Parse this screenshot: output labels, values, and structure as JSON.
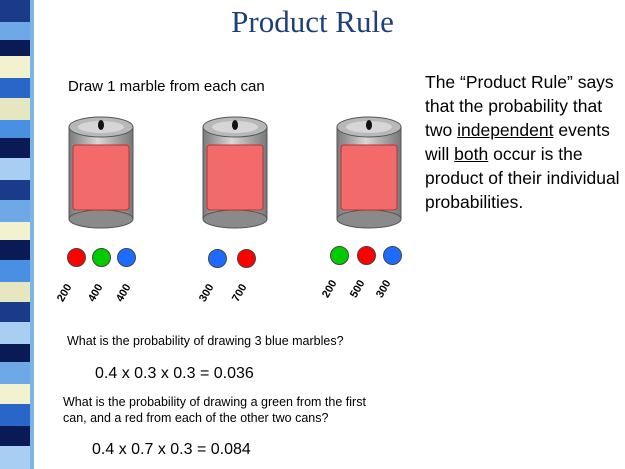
{
  "slide": {
    "title": "Product Rule",
    "instruction": "Draw 1 marble from each can",
    "rule_text": {
      "p1": "The “Product Rule” says that the probability that two ",
      "independent": "independent",
      "p2": " events will ",
      "both": "both",
      "p3": " occur is the product of their individual probabilities."
    },
    "cans": [
      {
        "marbles": [
          {
            "color": "red"
          },
          {
            "color": "green"
          },
          {
            "color": "blue"
          }
        ],
        "labels": [
          "200",
          "400",
          "400"
        ]
      },
      {
        "marbles": [
          {
            "color": "blue"
          },
          {
            "color": "red"
          }
        ],
        "labels": [
          "300",
          "700"
        ]
      },
      {
        "marbles": [
          {
            "color": "green"
          },
          {
            "color": "red"
          },
          {
            "color": "blue"
          }
        ],
        "labels": [
          "200",
          "500",
          "300"
        ]
      }
    ],
    "question1": "What is the probability of drawing 3 blue marbles?",
    "answer1": "0.4 x 0.3 x 0.3 = 0.036",
    "question2_line1": "What is the probability of drawing a green from the first",
    "question2_line2": "can, and a red from each of the other two cans?",
    "answer2": "0.4 x 0.7 x 0.3 = 0.084"
  },
  "colors": {
    "title": "#1f3f7a",
    "red": "#ff0000",
    "green": "#00cc00",
    "blue": "#1e6cff",
    "can_label": "#f26a6a",
    "can_body": "#a8a8a8"
  }
}
